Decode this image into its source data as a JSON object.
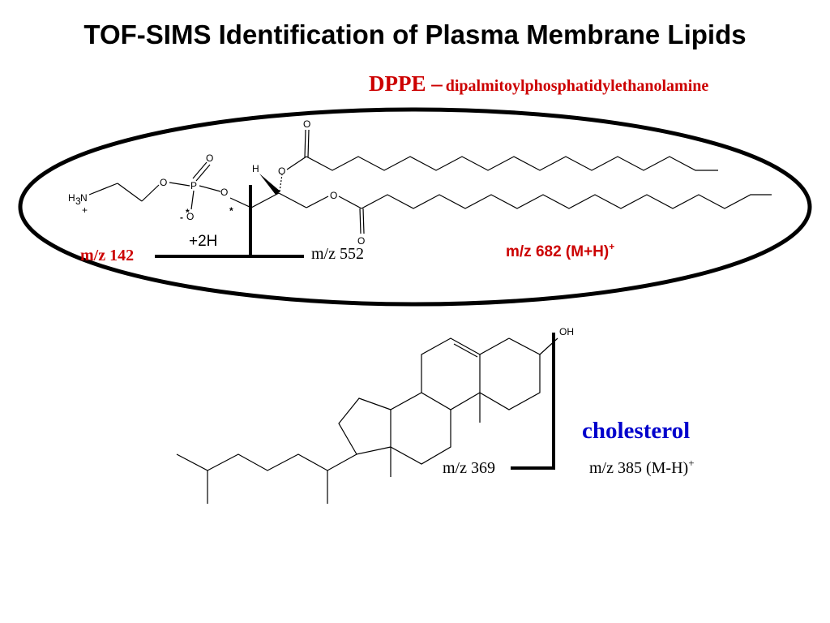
{
  "title": "TOF-SIMS Identification of Plasma Membrane Lipids",
  "dppe": {
    "abbrev": "DPPE –",
    "full_name": "dipalmitoylphosphatidylethanolamine"
  },
  "atoms": {
    "O": "O",
    "P": "P",
    "H": "H",
    "N": "N",
    "sub3": "3",
    "plus": "+",
    "minus": "-",
    "star": "*"
  },
  "fragments": {
    "mz142": "m/z 142",
    "plus2h": "+2H",
    "mz552": "m/z 552",
    "mz682": "m/z 682 (M+H)",
    "mz682_sup": "+",
    "mz369": "m/z 369",
    "mz385": "m/z 385 (M-H)",
    "mz385_sup": "+"
  },
  "cholesterol": {
    "name": "cholesterol",
    "oh": "OH"
  },
  "colors": {
    "red": "#cc0000",
    "blue": "#0000cc",
    "black": "#000000"
  }
}
